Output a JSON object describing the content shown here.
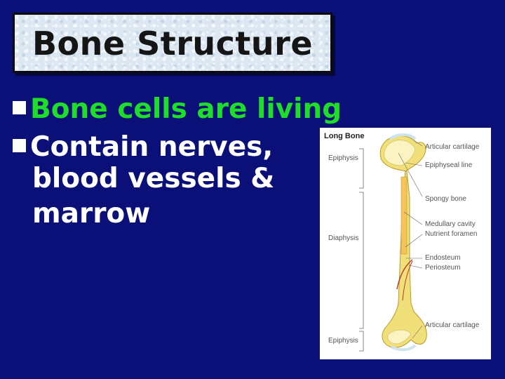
{
  "slide": {
    "title": "Bone Structure",
    "bullets": [
      {
        "text": "Bone cells are living",
        "color": "#1ede2a"
      },
      {
        "lines": [
          "Contain nerves,",
          "blood vessels &",
          "marrow"
        ],
        "color": "#ffffff"
      }
    ]
  },
  "figure": {
    "title": "Long Bone",
    "left_labels": [
      "Epiphysis",
      "Diaphysis",
      "Epiphysis"
    ],
    "right_labels": [
      "Articular cartilage",
      "Epiphyseal line",
      "Spongy bone",
      "Medullary cavity",
      "Nutrient foramen",
      "Endosteum",
      "Periosteum",
      "Articular cartilage"
    ]
  },
  "colors": {
    "background": "#0a1078",
    "accent_green": "#1ede2a",
    "bone": "#f1e07a"
  }
}
